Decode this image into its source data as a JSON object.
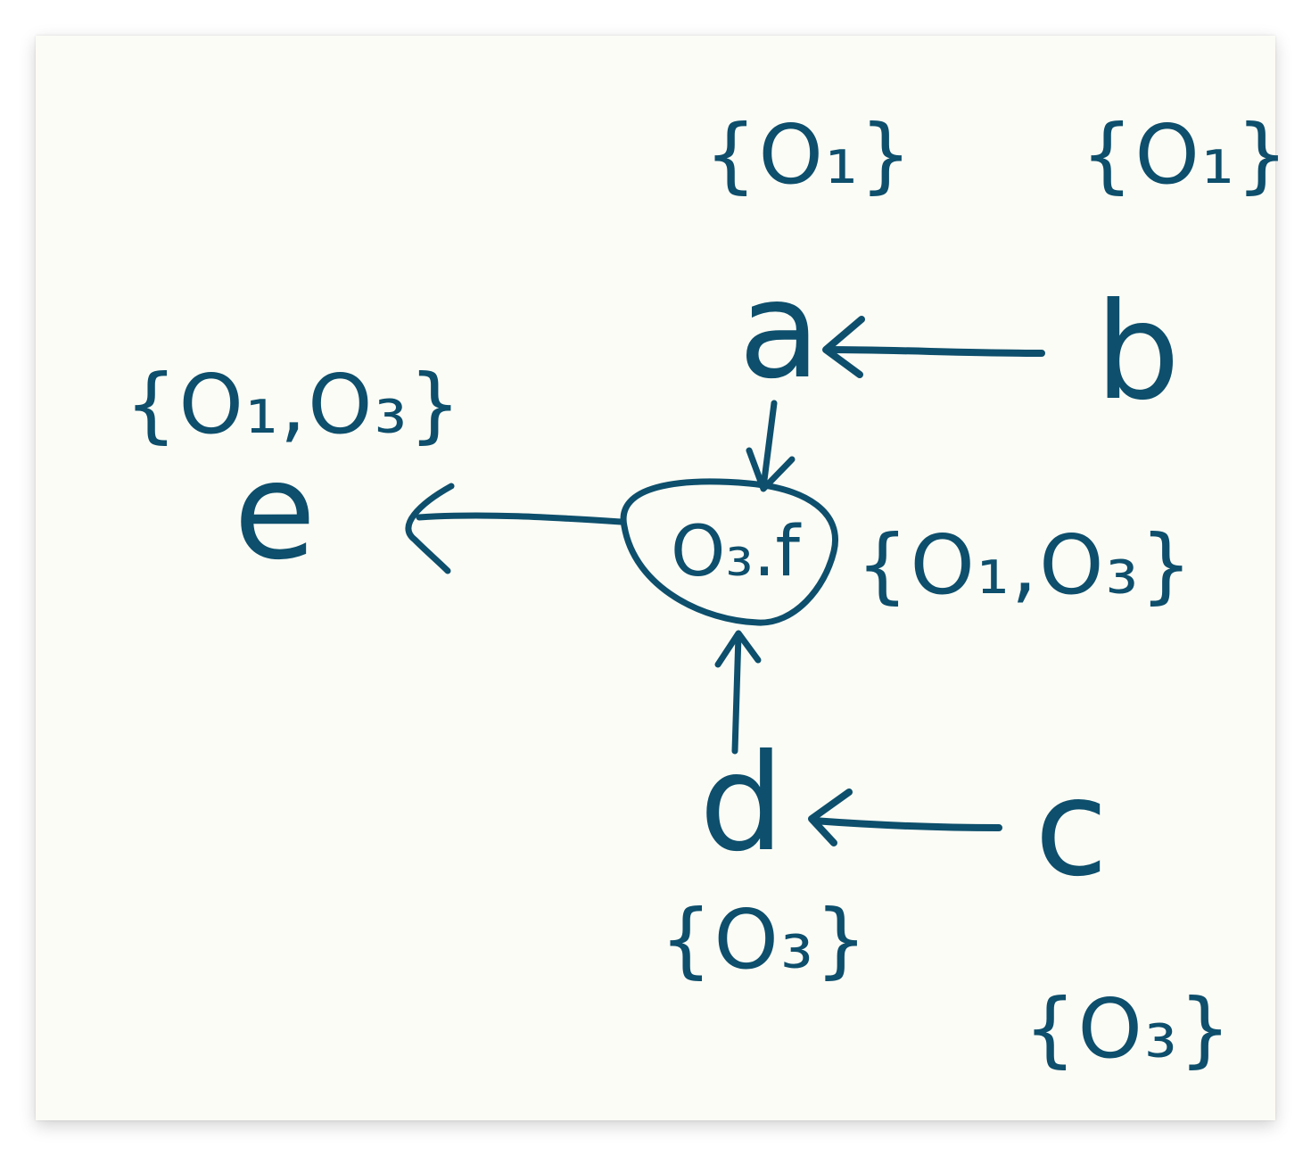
{
  "colors": {
    "ink": "#0d4f6c",
    "paper": "#fcfcf6"
  },
  "nodes": {
    "a": "a",
    "b": "b",
    "c": "c",
    "d": "d",
    "e": "e",
    "center": "O₃.f"
  },
  "sets": {
    "a": "{O₁}",
    "b": "{O₁}",
    "center": "{O₁,O₃}",
    "e": "{O₁,O₃}",
    "d": "{O₃}",
    "c": "{O₃}"
  },
  "edges": [
    {
      "from": "b",
      "to": "a"
    },
    {
      "from": "a",
      "to": "center"
    },
    {
      "from": "center",
      "to": "e"
    },
    {
      "from": "d",
      "to": "center"
    },
    {
      "from": "c",
      "to": "d"
    }
  ]
}
